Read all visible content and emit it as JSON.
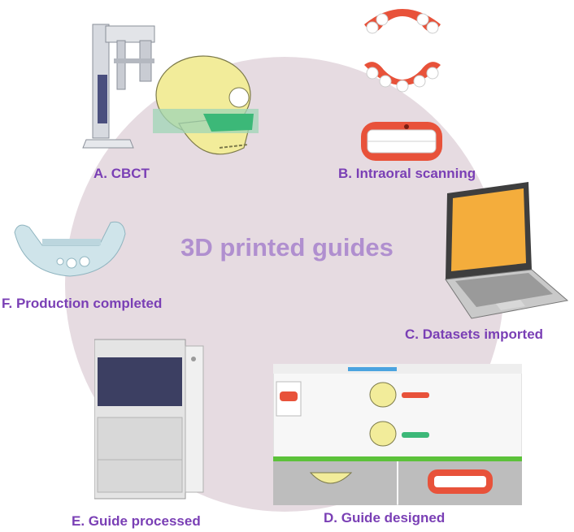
{
  "center_title": "3D printed guides",
  "steps": [
    {
      "id": "A",
      "label": "A. CBCT",
      "icon": "cbct-scanner-icon"
    },
    {
      "id": "B",
      "label": "B. Intraoral scanning",
      "icon": "dental-arch-icon"
    },
    {
      "id": "C",
      "label": "C. Datasets imported",
      "icon": "laptop-icon"
    },
    {
      "id": "D",
      "label": "D. Guide designed",
      "icon": "design-software-icon"
    },
    {
      "id": "E",
      "label": "E. Guide processed",
      "icon": "3d-printer-icon"
    },
    {
      "id": "F",
      "label": "F. Production completed",
      "icon": "surgical-guide-icon"
    }
  ],
  "colors": {
    "label": "#7a3fb5",
    "title": "#b08fcf",
    "circle": "#e6dbe1",
    "gum": "#e8523a",
    "guide_green": "#3cb878"
  }
}
